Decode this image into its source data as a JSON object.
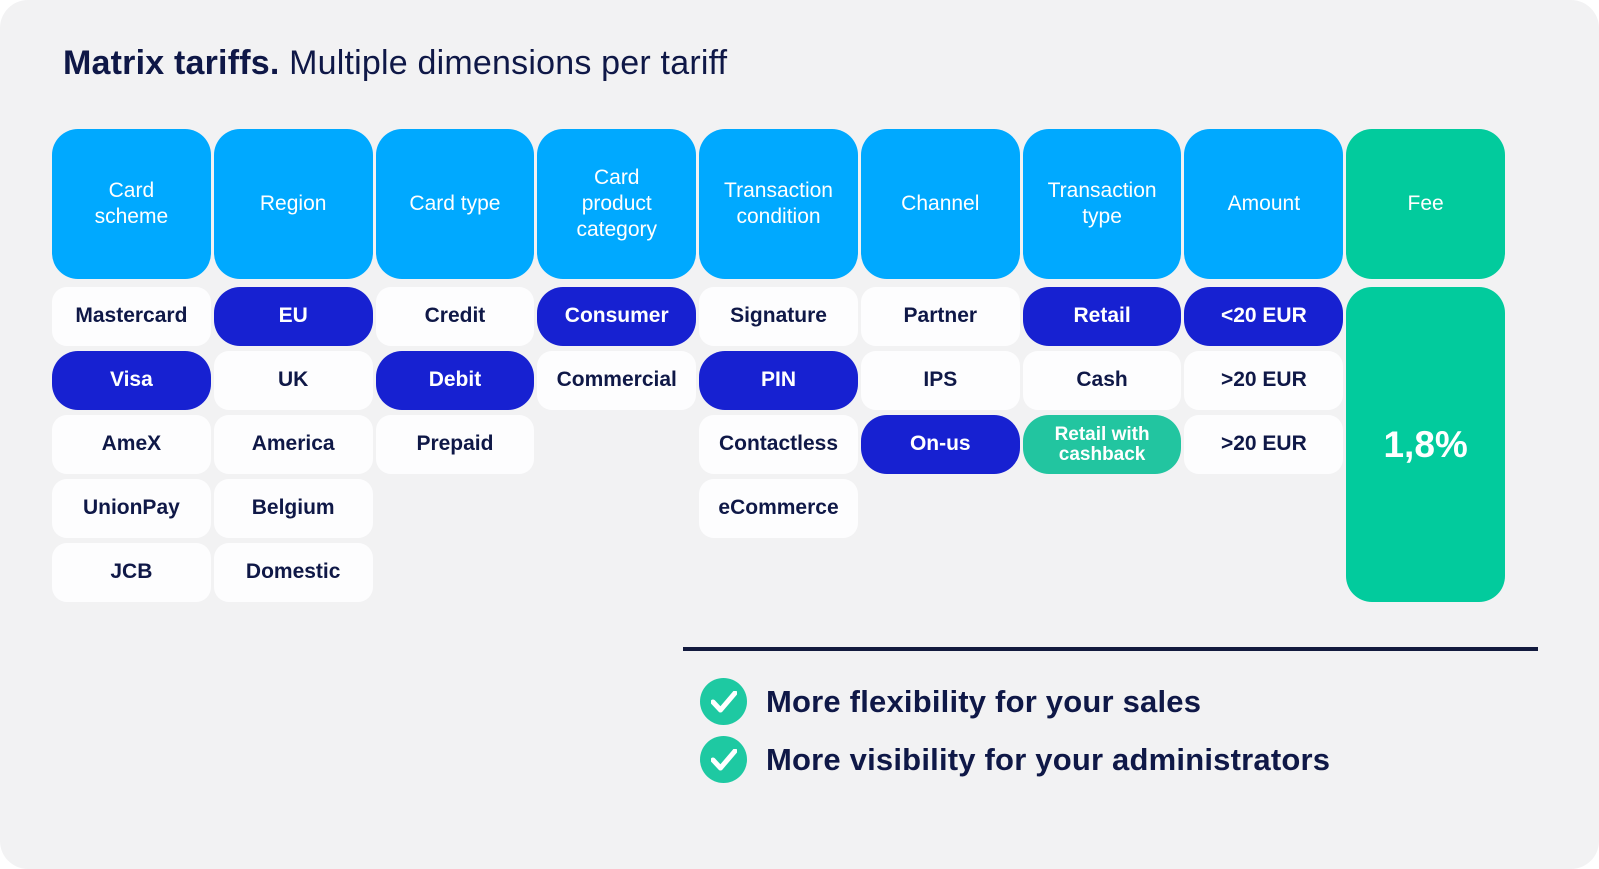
{
  "title": {
    "bold": "Matrix tariffs.",
    "regular": " Multiple dimensions per tariff"
  },
  "matrix": {
    "columns": [
      {
        "id": "card-scheme",
        "label": "Card scheme",
        "type": "dimension",
        "cells": [
          {
            "label": "Mastercard",
            "variant": "plain"
          },
          {
            "label": "Visa",
            "variant": "selected"
          },
          {
            "label": "AmeX",
            "variant": "plain"
          },
          {
            "label": "UnionPay",
            "variant": "plain"
          },
          {
            "label": "JCB",
            "variant": "plain"
          }
        ]
      },
      {
        "id": "region",
        "label": "Region",
        "type": "dimension",
        "cells": [
          {
            "label": "EU",
            "variant": "selected"
          },
          {
            "label": "UK",
            "variant": "plain"
          },
          {
            "label": "America",
            "variant": "plain"
          },
          {
            "label": "Belgium",
            "variant": "plain"
          },
          {
            "label": "Domestic",
            "variant": "plain"
          }
        ]
      },
      {
        "id": "card-type",
        "label": "Card type",
        "type": "dimension",
        "cells": [
          {
            "label": "Credit",
            "variant": "plain"
          },
          {
            "label": "Debit",
            "variant": "selected"
          },
          {
            "label": "Prepaid",
            "variant": "plain"
          }
        ]
      },
      {
        "id": "card-product-category",
        "label": "Card product category",
        "type": "dimension",
        "cells": [
          {
            "label": "Consumer",
            "variant": "selected"
          },
          {
            "label": "Commercial",
            "variant": "plain"
          }
        ]
      },
      {
        "id": "transaction-condition",
        "label": "Transaction condition",
        "type": "dimension",
        "cells": [
          {
            "label": "Signature",
            "variant": "plain"
          },
          {
            "label": "PIN",
            "variant": "selected"
          },
          {
            "label": "Contactless",
            "variant": "plain"
          },
          {
            "label": "eCommerce",
            "variant": "plain"
          }
        ]
      },
      {
        "id": "channel",
        "label": "Channel",
        "type": "dimension",
        "cells": [
          {
            "label": "Partner",
            "variant": "plain"
          },
          {
            "label": "IPS",
            "variant": "plain"
          },
          {
            "label": "On-us",
            "variant": "selected"
          }
        ]
      },
      {
        "id": "transaction-type",
        "label": "Transaction type",
        "type": "dimension",
        "cells": [
          {
            "label": "Retail",
            "variant": "selected"
          },
          {
            "label": "Cash",
            "variant": "plain"
          },
          {
            "label": "Retail with cashback",
            "variant": "accent"
          }
        ]
      },
      {
        "id": "amount",
        "label": "Amount",
        "type": "dimension",
        "cells": [
          {
            "label": "<20 EUR",
            "variant": "selected"
          },
          {
            "label": ">20 EUR",
            "variant": "plain"
          },
          {
            "label": ">20 EUR",
            "variant": "plain"
          }
        ]
      },
      {
        "id": "fee",
        "label": "Fee",
        "type": "fee",
        "value": "1,8%"
      }
    ]
  },
  "benefits": [
    {
      "label": "More flexibility for your sales"
    },
    {
      "label": "More visibility for your administrators"
    }
  ],
  "colors": {
    "background": "#F2F2F3",
    "header_blue": "#00A9FF",
    "selected_blue": "#1721D1",
    "fee_green": "#02CB9D",
    "accent_green": "#22C5A0",
    "check_green": "#1EC9A2",
    "navy_text": "#0F1847",
    "divider_navy": "#131B3E",
    "plain_white": "#FDFDFE"
  }
}
